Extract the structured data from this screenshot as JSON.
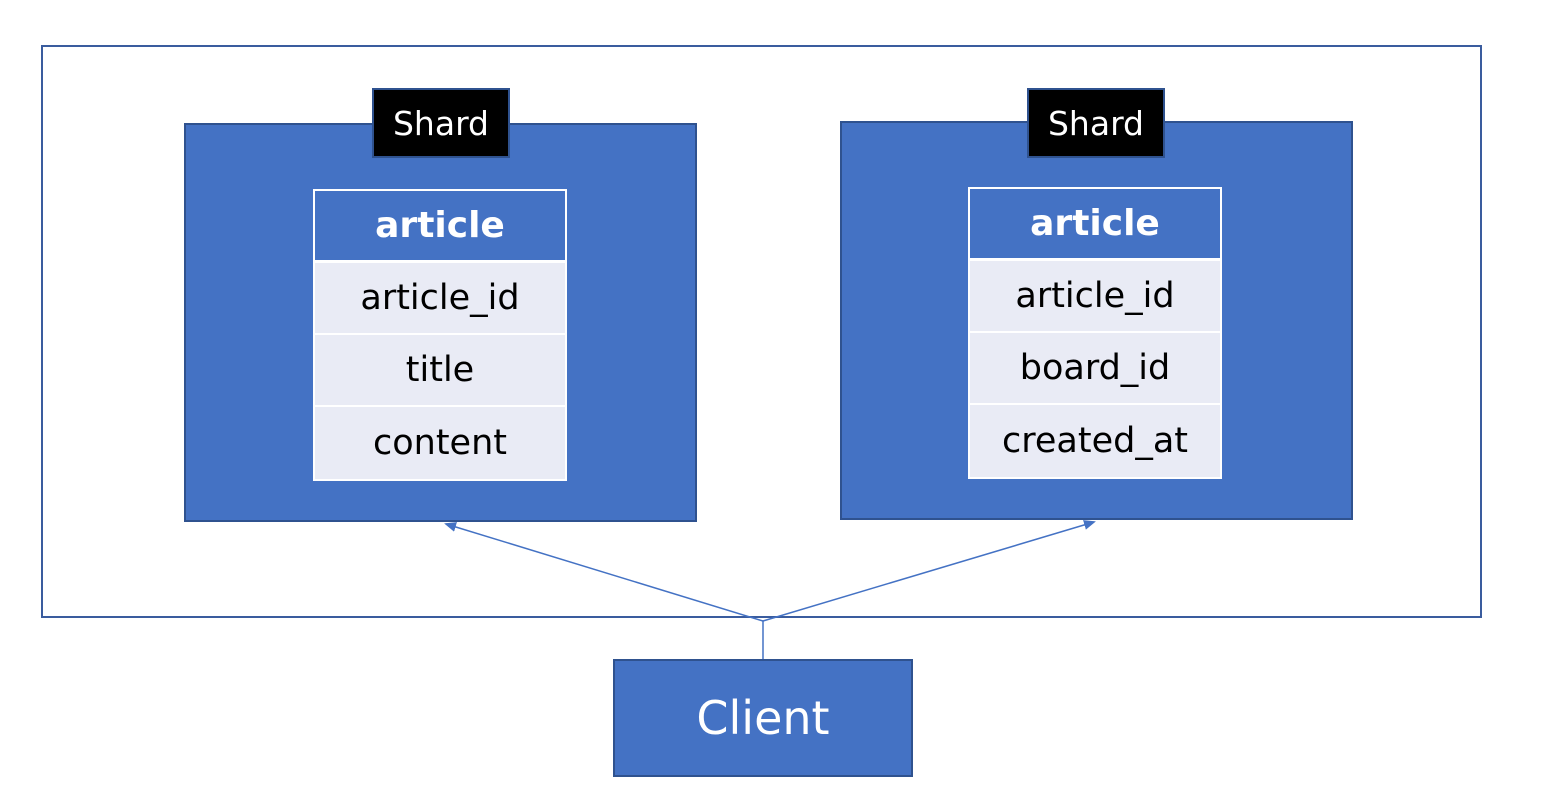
{
  "shards": [
    {
      "label": "Shard",
      "table": {
        "name": "article",
        "columns": [
          "article_id",
          "title",
          "content"
        ]
      }
    },
    {
      "label": "Shard",
      "table": {
        "name": "article",
        "columns": [
          "article_id",
          "board_id",
          "created_at"
        ]
      }
    }
  ],
  "client": {
    "label": "Client"
  },
  "colors": {
    "shard_fill": "#4472c4",
    "row_fill": "#e9ebf5",
    "tag_fill": "#000000",
    "connector": "#4472c4"
  }
}
